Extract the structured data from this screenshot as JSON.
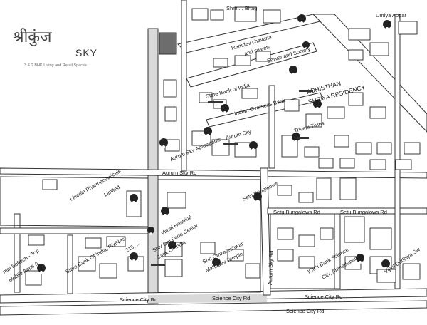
{
  "logo": {
    "name": "श्रीकुंज",
    "suffix": "SKY",
    "tagline": "3 & 2 BHK Living and Retail Spaces"
  },
  "roads": {
    "aurum_sky_rd": "Aurum Sky Rd",
    "aurum_sky_rd_vertical": "Aurum Sky Rd",
    "setu_bungalows_rd_1": "Setu Bungalows Rd",
    "setu_bungalows_rd_2": "Setu Bungalows Rd",
    "science_city_rd_1": "Science City Rd",
    "science_city_rd_2": "Science City Rd",
    "science_city_rd_3": "Science City Rd",
    "science_city_rd_4": "Science City Rd"
  },
  "places": {
    "shrin_bhag": "Shrin... Bhag",
    "ramdev_chavana": "Ramdev chavana",
    "and_sweets": "and sweets",
    "sarvanand_society": "Sarvanand Society",
    "umiya_appar": "Umiya Appar",
    "state_bank_of_india_top": "State Bank of India",
    "indian_overseas_bank": "Indian Overseas Bank",
    "adhisthan": "ADHISTHAN",
    "shriya_residency": "SHRIYA RESIDENCY",
    "aurum_sky": "Aurum Sky",
    "aurum_sky_apartments": "Aurum Sky Apartments",
    "triveni_twins": "Triveni Twins",
    "lincoln_pharmaceuticals": "Lincoln Pharmaceuticals",
    "limited": "Limited",
    "setu_bungalows": "Setu Bungalows",
    "vimal_hospital": "Vimal Hospital",
    "shiv_om_food_center": "Shiv Om Food Center",
    "bank_of_india": "Bank Of India",
    "state_bank_of_india_pixinest": "State Bank Of India, PixiNest",
    "pixinest_215": "215, ...",
    "shri_omkareshwar": "Shri Omkareshwar",
    "mahadev_temple": "Mahadev Temple",
    "ampi_softech": "mpi Softech - Top",
    "mobile_apps": "Mobile Apps &",
    "icici_bank": "ICICI Bank Science",
    "icici_city": "City, Ahmedabad",
    "vipul_dudhiya": "Vipul Dudhiya Sw"
  },
  "colors": {
    "road_stroke": "#333333",
    "main_road_fill": "#d9d9d9",
    "block_fill": "#6d6d6d"
  }
}
